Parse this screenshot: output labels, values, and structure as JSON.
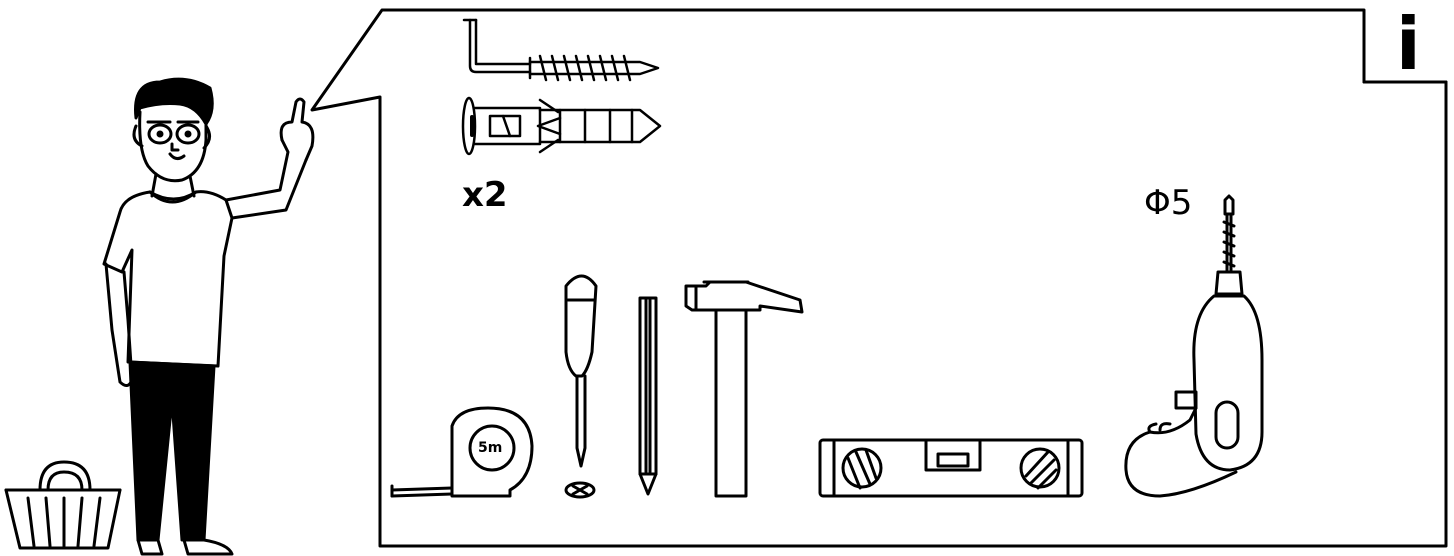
{
  "hardware": {
    "quantity_label": "x2"
  },
  "drill": {
    "bit_size_label": "Φ5"
  },
  "tape_measure": {
    "length_label": "5m"
  },
  "info_badge": {
    "symbol": "i"
  },
  "colors": {
    "ink": "#000000",
    "paper": "#ffffff"
  }
}
